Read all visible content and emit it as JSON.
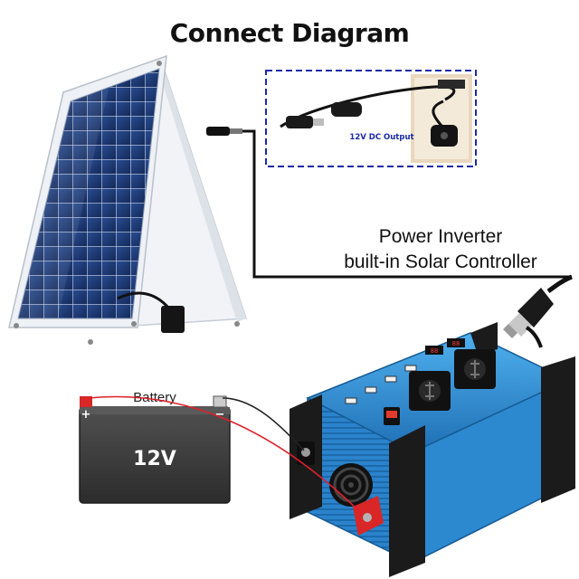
{
  "title": "Connect Diagram",
  "inset": {
    "dc_output_label": "12V DC Output"
  },
  "inverter": {
    "label_line1": "Power Inverter",
    "label_line2": "built-in Solar Controller"
  },
  "battery": {
    "label": "Battery",
    "voltage": "12V",
    "plus": "+",
    "minus": "−"
  },
  "colors": {
    "inset_border": "#1b2aa8",
    "inverter_blue": "#2f8fd6",
    "solar_cell": "#1d3a78",
    "battery_body": "#3e3e3e",
    "wire_red": "#e0202a",
    "terminal_red": "#d92626"
  }
}
